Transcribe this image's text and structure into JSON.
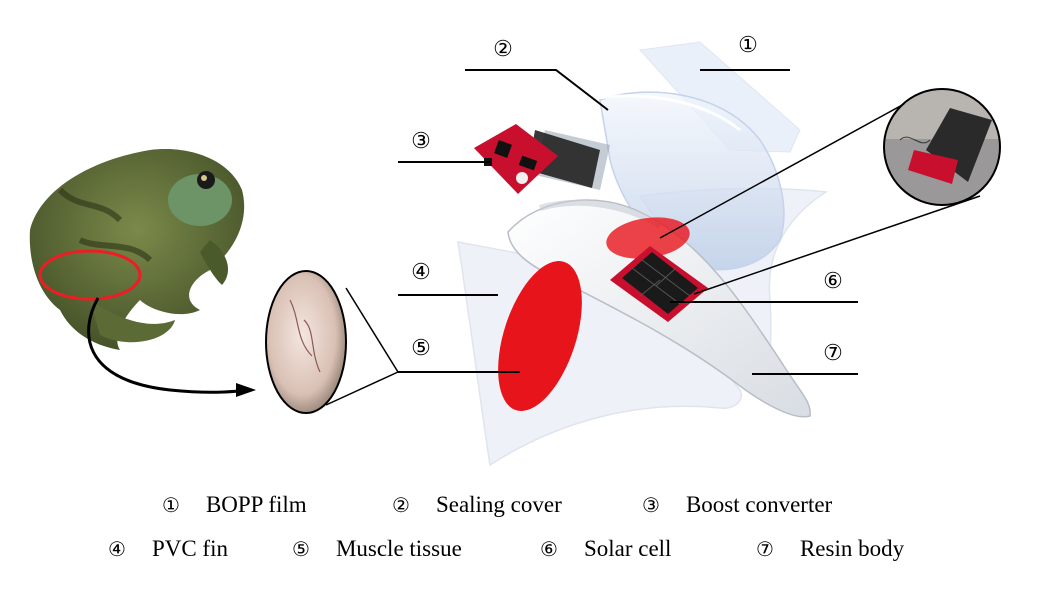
{
  "callouts": [
    {
      "number": "①",
      "part": "BOPP film"
    },
    {
      "number": "②",
      "part": "Sealing cover"
    },
    {
      "number": "③",
      "part": "Boost converter"
    },
    {
      "number": "④",
      "part": "PVC fin"
    },
    {
      "number": "⑤",
      "part": "Muscle tissue"
    },
    {
      "number": "⑥",
      "part": "Solar cell"
    },
    {
      "number": "⑦",
      "part": "Resin body"
    }
  ],
  "colors": {
    "muscle": "#e8141c",
    "pcb": "#c8102e",
    "film": "#dce6f5",
    "outline": "#000000"
  }
}
